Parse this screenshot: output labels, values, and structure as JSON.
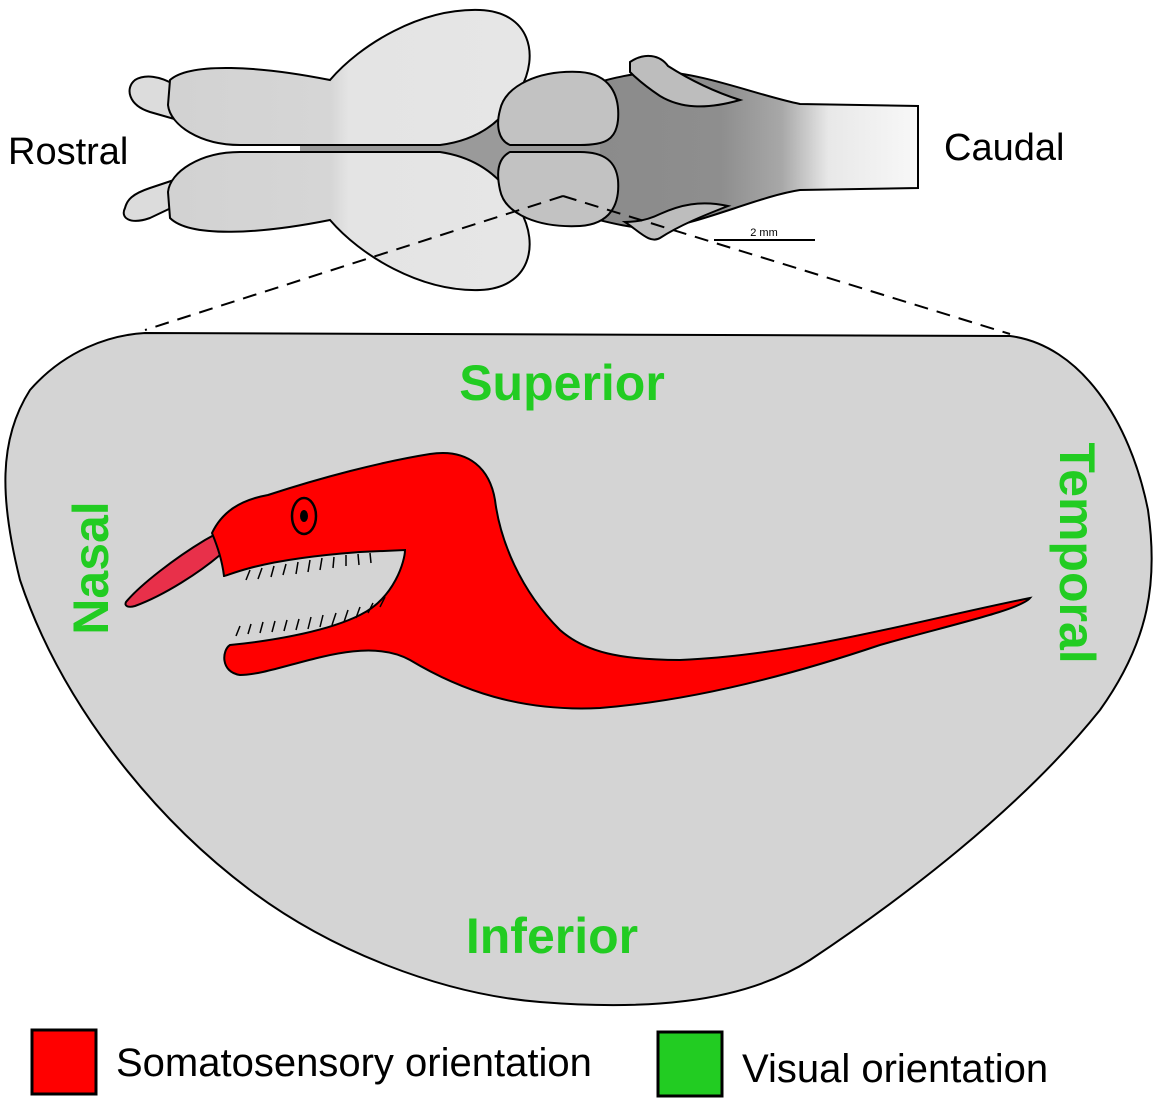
{
  "brain": {
    "rostral_label": "Rostral",
    "caudal_label": "Caudal",
    "scale_bar_label": "2 mm"
  },
  "map": {
    "superior_label": "Superior",
    "inferior_label": "Inferior",
    "nasal_label": "Nasal",
    "temporal_label": "Temporal"
  },
  "legend": {
    "somatosensory_label": "Somatosensory orientation",
    "visual_label": "Visual orientation"
  },
  "colors": {
    "somatosensory": "#ff0000",
    "visual": "#22cc22",
    "snout_tip": "#e8304a",
    "map_fill": "#d4d4d4",
    "hemisphere_fill": "#e6e6e6",
    "tectum_fill": "#c4c4c4",
    "hindbrain_fill": "#8c8c8c"
  }
}
